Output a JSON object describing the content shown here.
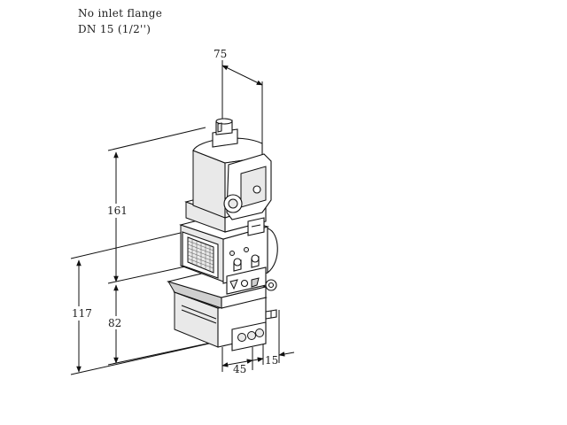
{
  "captions": {
    "line1": "No inlet flange",
    "line2": "DN 15 (1/2'')"
  },
  "dimensions": {
    "width_top": "75",
    "height_upper": "161",
    "height_total": "117",
    "height_lower": "82",
    "width_bottom": "45",
    "offset_bottom": "15"
  }
}
